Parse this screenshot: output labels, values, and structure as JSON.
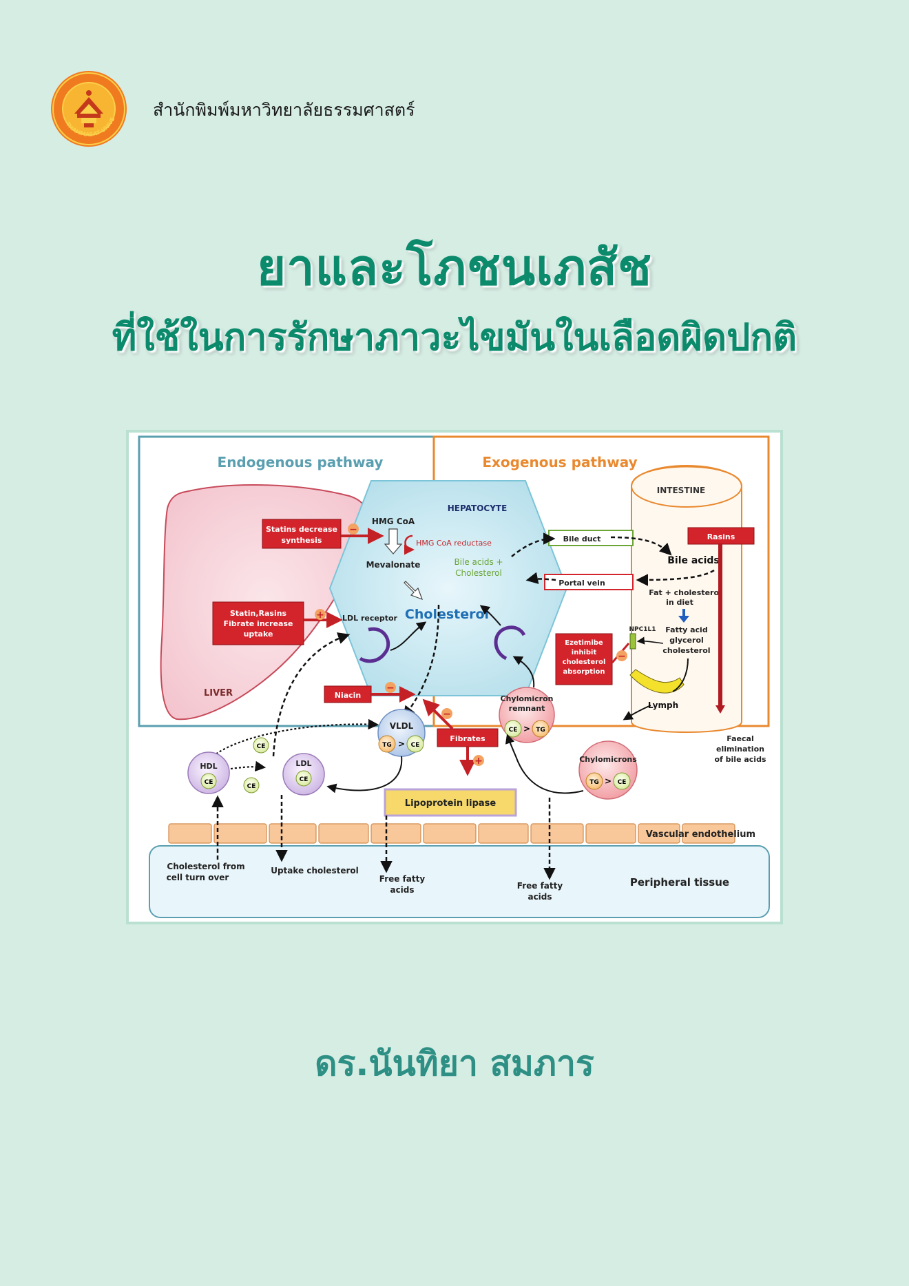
{
  "header": {
    "publisher": "สำนักพิมพ์มหาวิทยาลัยธรรมศาสตร์",
    "logo_icon": "thammasat-university-seal",
    "logo_text": "THAMMASAT UNIVERSITY"
  },
  "cover": {
    "title_line1": "ยาและโภชนเภสัช",
    "title_line2": "ที่ใช้ในการรักษาภาวะไขมันในเลือดผิดปกติ",
    "author": "ดร.นันทิยา สมภาร"
  },
  "colors": {
    "background": "#d6ede4",
    "title": "#0b8a6c",
    "author": "#2e8f85",
    "endogenous": "#5a9fb0",
    "exogenous": "#e9892f",
    "drug_box": "#d3232b"
  },
  "diagram": {
    "endogenous_label": "Endogenous pathway",
    "exogenous_label": "Exogenous pathway",
    "hepatocyte": "HEPATOCYTE",
    "intestine": "INTESTINE",
    "liver": "LIVER",
    "hmg_coa": "HMG CoA",
    "hmg_reductase": "HMG CoA reductase",
    "mevalonate": "Mevalonate",
    "bile_acids_chol_1": "Bile acids +",
    "bile_acids_chol_2": "Cholesterol",
    "cholesterol": "Cholesterol",
    "ldl_receptor": "LDL receptor",
    "bile_duct": "Bile duct",
    "portal_vein": "Portal vein",
    "bile_acids": "Bile acids",
    "fat_diet_1": "Fat + cholesterol",
    "fat_diet_2": "in diet",
    "fatty_acid_1": "Fatty acid",
    "fatty_acid_2": "glycerol",
    "fatty_acid_3": "cholesterol",
    "npc1l1": "NPC1L1",
    "lymph": "Lymph",
    "faecal_1": "Faecal",
    "faecal_2": "elimination",
    "faecal_3": "of bile acids",
    "statins_1": "Statins decrease",
    "statins_2": "synthesis",
    "statin_rasins_1": "Statin,Rasins",
    "statin_rasins_2": "Fibrate increase",
    "statin_rasins_3": "uptake",
    "rasins": "Rasins",
    "ezetimibe_1": "Ezetimibe",
    "ezetimibe_2": "inhibit",
    "ezetimibe_3": "cholesterol",
    "ezetimibe_4": "absorption",
    "niacin": "Niacin",
    "fibrates": "Fibrates",
    "vldl": "VLDL",
    "hdl": "HDL",
    "ldl": "LDL",
    "ce": "CE",
    "tg": "TG",
    "gt": ">",
    "chylo_remnant_1": "Chylomicron",
    "chylo_remnant_2": "remnant",
    "chylomicrons": "Chylomicrons",
    "lipoprotein_lipase": "Lipoprotein lipase",
    "vascular_endothelium": "Vascular endothelium",
    "peripheral_tissue": "Peripheral tissue",
    "chol_turnover_1": "Cholesterol from",
    "chol_turnover_2": "cell turn over",
    "uptake_cholesterol": "Uptake cholesterol",
    "free_fatty_1": "Free fatty",
    "free_fatty_2": "acids",
    "minus": "−",
    "plus": "+"
  }
}
